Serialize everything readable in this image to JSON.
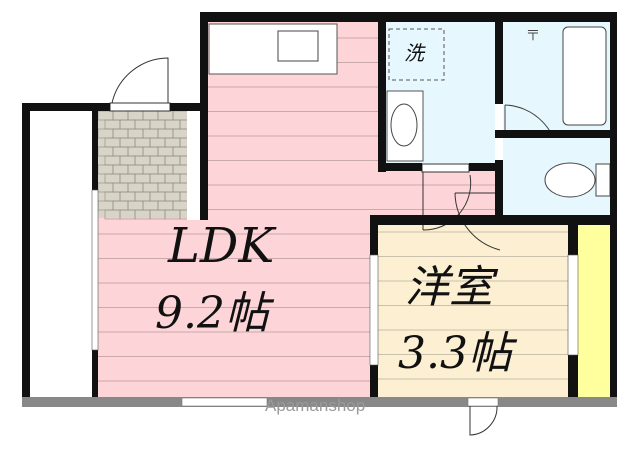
{
  "rooms": {
    "ldk": {
      "name": "LDK",
      "size": "9.2帖",
      "color": "#fdd5d8"
    },
    "western": {
      "name": "洋室",
      "size": "3.3帖",
      "color": "#fcefd2"
    },
    "washroom": {
      "label": "洗",
      "color": "#e6f7fd"
    },
    "bath": {
      "color": "#e6f7fd"
    },
    "toilet": {
      "color": "#e6f7fd"
    },
    "closet": {
      "color": "#ffff9e"
    },
    "entrance": {
      "color": "#d8d4c8"
    }
  },
  "watermark": "Apamanshop",
  "colors": {
    "wall": "#111111",
    "outer_wall": "#888888",
    "floor_line": "#b79a9c"
  }
}
